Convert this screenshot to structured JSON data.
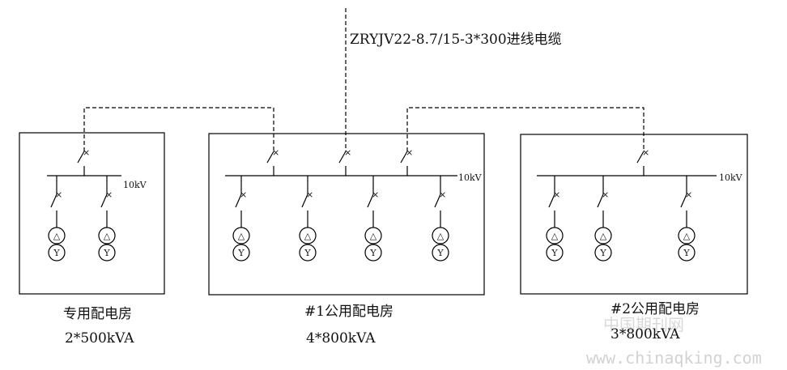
{
  "incoming_cable_label": "ZRYJV22-8.7/15-3*300进线电缆",
  "busbar_voltage_label": "10kV",
  "rooms": [
    {
      "name": "专用配电房",
      "capacity": "2*500kVA",
      "transformers": 2
    },
    {
      "name": "#1公用配电房",
      "capacity": "4*800kVA",
      "transformers": 4
    },
    {
      "name": "#2公用配电房",
      "capacity": "3*800kVA",
      "transformers": 3
    }
  ],
  "watermark": {
    "text_cn": "中国期刊网",
    "url": "www.chinaqking.com"
  },
  "symbols": {
    "delta": "△",
    "wye": "Y"
  }
}
